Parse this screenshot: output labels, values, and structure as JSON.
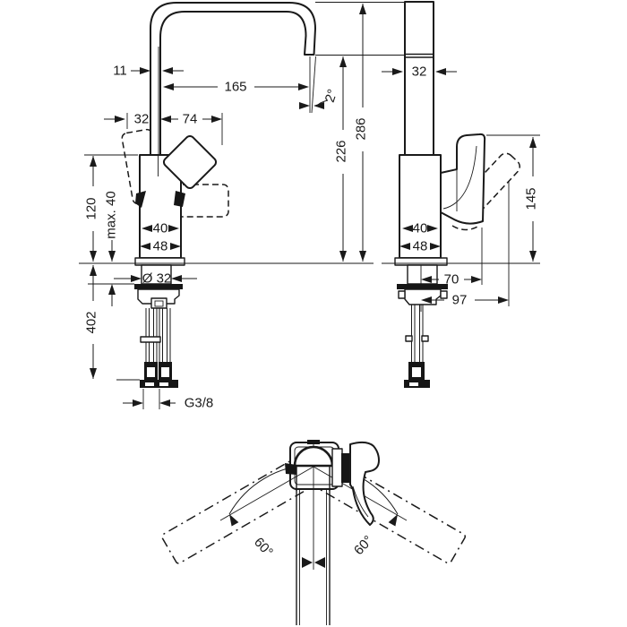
{
  "figures": {
    "front": {
      "title": "front-view",
      "dims": {
        "pipe_width": "11",
        "spout_reach": "165",
        "spout_angle": "2°",
        "handle_left": "32",
        "handle_right": "74",
        "body_height": "120",
        "max_thickness": "max. 40",
        "top_width": "40",
        "body_width": "48",
        "hole_diameter": "Ø 32",
        "hose_length": "402",
        "thread": "G3/8"
      }
    },
    "side": {
      "title": "side-view",
      "dims": {
        "column_width": "32",
        "height_total": "286",
        "height_spout": "226",
        "height_handle": "145",
        "depth_top": "40",
        "depth_body": "48",
        "handle_reach": "70",
        "handle_reach_open": "97"
      }
    },
    "top": {
      "title": "top-view",
      "dims": {
        "swivel_left": "60°",
        "swivel_right": "60°"
      }
    }
  },
  "colors": {
    "line": "#1a1a1a",
    "background": "#ffffff"
  }
}
